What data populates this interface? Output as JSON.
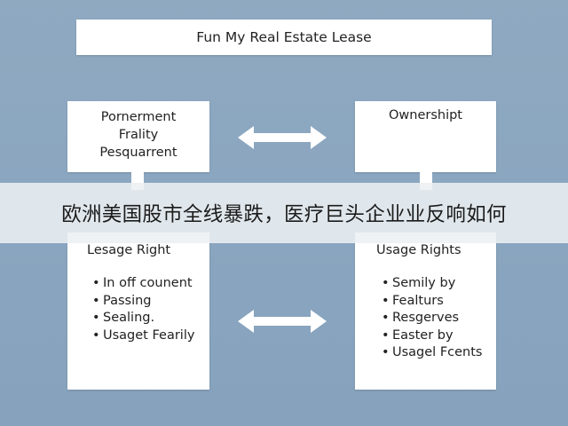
{
  "title": "Fun My Real Estate Lease",
  "top_left_lines": [
    "Pornerment",
    "Frality",
    "Pesquarrent"
  ],
  "top_right_label": "Ownershipt",
  "bottom_left": {
    "heading": "Lesage Right",
    "items": [
      "In off counent",
      "Passing",
      "Sealing.",
      "Usaget Fearily"
    ]
  },
  "bottom_right": {
    "heading": "Usage Rights",
    "items": [
      "Semily by",
      "Fealturs",
      "Resgerves",
      "Easter by",
      "Usagel Fcents"
    ]
  },
  "overlay_caption": "欧洲美国股市全线暴跌，医疗巨头企业业反响如何",
  "colors": {
    "background": "#8aa5bf",
    "box": "#ffffff",
    "overlay": "#eceff3",
    "arrow": "#ffffff"
  },
  "icons": [
    "double-arrow-icon",
    "double-arrow-icon"
  ]
}
